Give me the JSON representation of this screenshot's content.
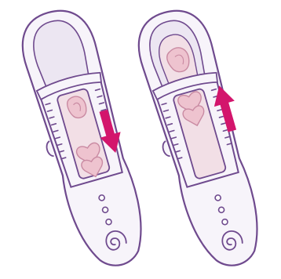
{
  "colors": {
    "outline": "#6f4a8e",
    "body_fill": "#f7f4fa",
    "body_shade": "#ece6f2",
    "window_fill": "#f2dfe6",
    "part_fill": "#eec3cf",
    "part_stroke": "#c98aa2",
    "arrow": "#d3156c",
    "background": "#ffffff"
  },
  "panels": [
    {
      "id": "left",
      "state": "slider-moved-down",
      "arrow_direction": "down"
    },
    {
      "id": "right",
      "state": "slider-moved-up",
      "arrow_direction": "up"
    }
  ],
  "icons": [
    "down-arrow-icon",
    "up-arrow-icon",
    "spiral-icon",
    "heart-shape-icon",
    "ear-shape-icon"
  ]
}
